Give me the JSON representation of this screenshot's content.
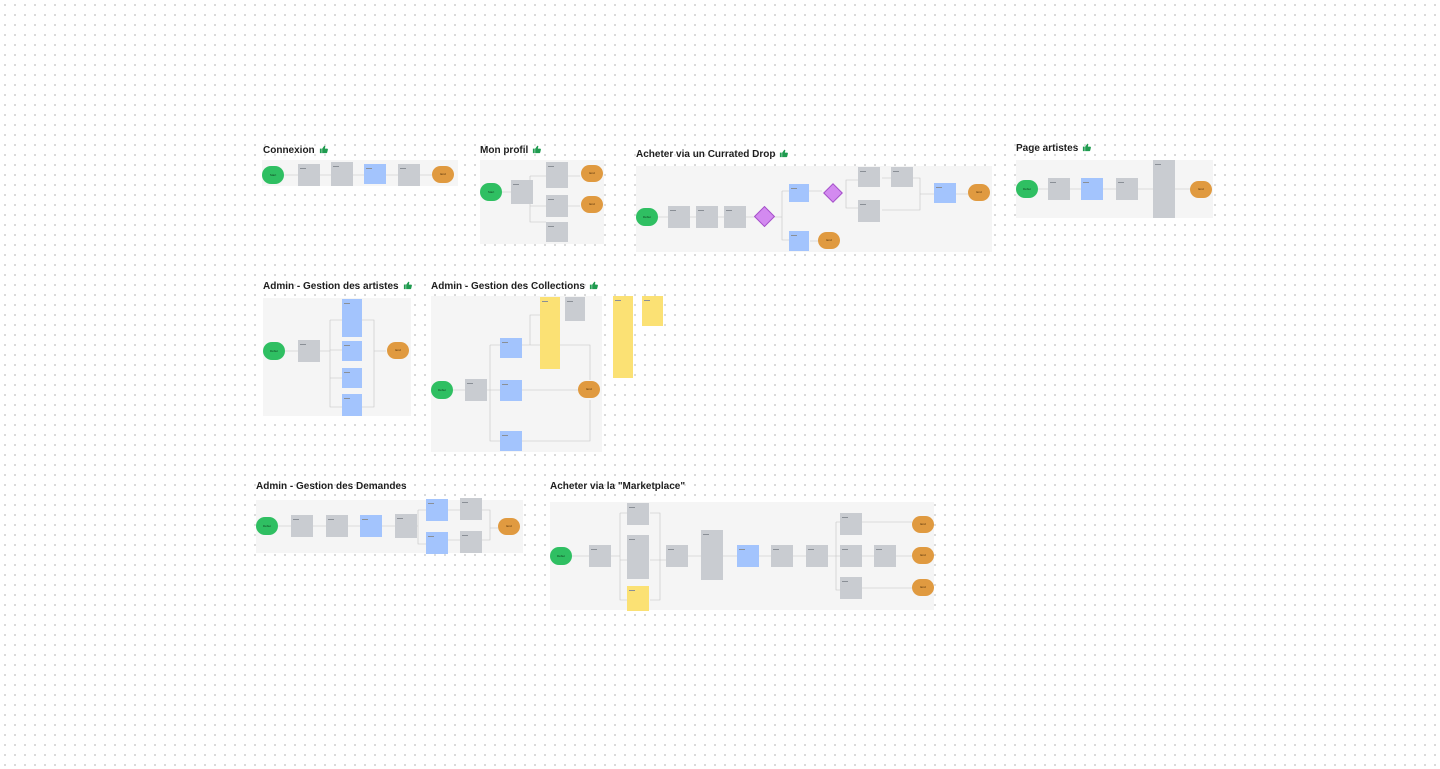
{
  "flows": {
    "connexion": {
      "title": "Connexion",
      "start": "Start",
      "end": "End"
    },
    "mon_profil": {
      "title": "Mon profil",
      "start": "Start",
      "end": "End"
    },
    "currated_drop": {
      "title": "Acheter via un Currated Drop",
      "start": "Début",
      "end": "End"
    },
    "page_artistes": {
      "title": "Page artistes",
      "start": "Début",
      "end": "End"
    },
    "gestion_artistes": {
      "title": "Admin - Gestion des artistes",
      "start": "Début",
      "end": "End"
    },
    "gestion_collections": {
      "title": "Admin - Gestion des Collections",
      "start": "Début",
      "end": "End"
    },
    "gestion_demandes": {
      "title": "Admin - Gestion des Demandes",
      "start": "Début",
      "end": "End"
    },
    "marketplace": {
      "title": "Acheter via la \"Marketplace\"",
      "start": "Début",
      "end": "End"
    }
  },
  "theme": {
    "canvas": "#ffffff",
    "section": "#f5f5f5",
    "start": "#2fbf62",
    "end": "#e09a40",
    "card_gray": "#c9ccd1",
    "card_blue": "#a3c4fd",
    "card_yellow": "#fbe174",
    "decision": "#d38af0",
    "approved": "#1f9b4f"
  },
  "icons": {
    "approval": "thumbs-up-icon"
  }
}
